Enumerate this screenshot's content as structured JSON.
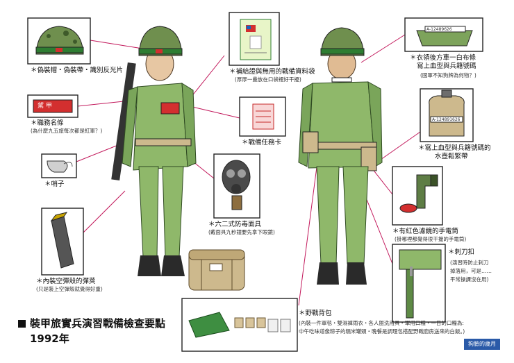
{
  "title": "裝甲旅實兵演習戰備檢查要點",
  "year": "1992年",
  "watermark": "狗臉的歲月",
  "items": {
    "helmet": {
      "label": "＊偽裝帽・偽裝帶・識別反光片"
    },
    "nametag": {
      "label": "＊職務名條",
      "note": "(為什麼九五旅每次都是紅軍？)",
      "tag_text": "駕 甲"
    },
    "whistle": {
      "label": "＊哨子"
    },
    "magazine": {
      "label": "＊內裝空彈殼的彈莢",
      "note": "(只是裝上空彈殼就覺得好重)"
    },
    "id_card": {
      "label": "＊補給證與無用的戰備資料袋",
      "note": "(厚厚一疊放在口袋裡好干擾)"
    },
    "duty_card": {
      "label": "＊戰備任務卡"
    },
    "gas_mask": {
      "label": "＊六二式防毒面具",
      "note": "(戴面具九秒鐘要先拿下眼鏡)"
    },
    "backpack": {
      "label": "＊野戰背包",
      "note1": "(內裝一件軍毯・雙濕褲雨衣・各人盥洗用具・軍用口糧・一日的口糧為:",
      "note2": "中午吃味道像粽子的糯米罐頭・晚餐是調理包搭配野戰廚房送來的白飯。)"
    },
    "collar": {
      "label1": "＊衣領後方車一白布條",
      "label2": "寫上血型與兵籍號碼",
      "note": "(國軍不知狗牌為何物？)",
      "strip_text": "A-12489626"
    },
    "canteen": {
      "label1": "＊寫上血型與兵籍號碼的",
      "label2": "水壺鬆緊帶",
      "strip_text": "A-124891626"
    },
    "flashlight": {
      "label": "＊有紅色濾鏡的手電筒",
      "note": "(掛哪裡都覺得很干擾的手電筒)"
    },
    "bayonet": {
      "label": "＊刺刀扣",
      "note1": "(演習時防止刺刀",
      "note2": "掉落用，可是……",
      "note3": "平常操課沒在用)"
    }
  },
  "colors": {
    "uniform": "#8fb86a",
    "uniform_shadow": "#5e8a45",
    "helmet": "#6f8f4e",
    "boots": "#2a2a2a",
    "lines": "#c2185b",
    "backpack": "#cdb98d",
    "tag_red": "#d32f2f"
  }
}
